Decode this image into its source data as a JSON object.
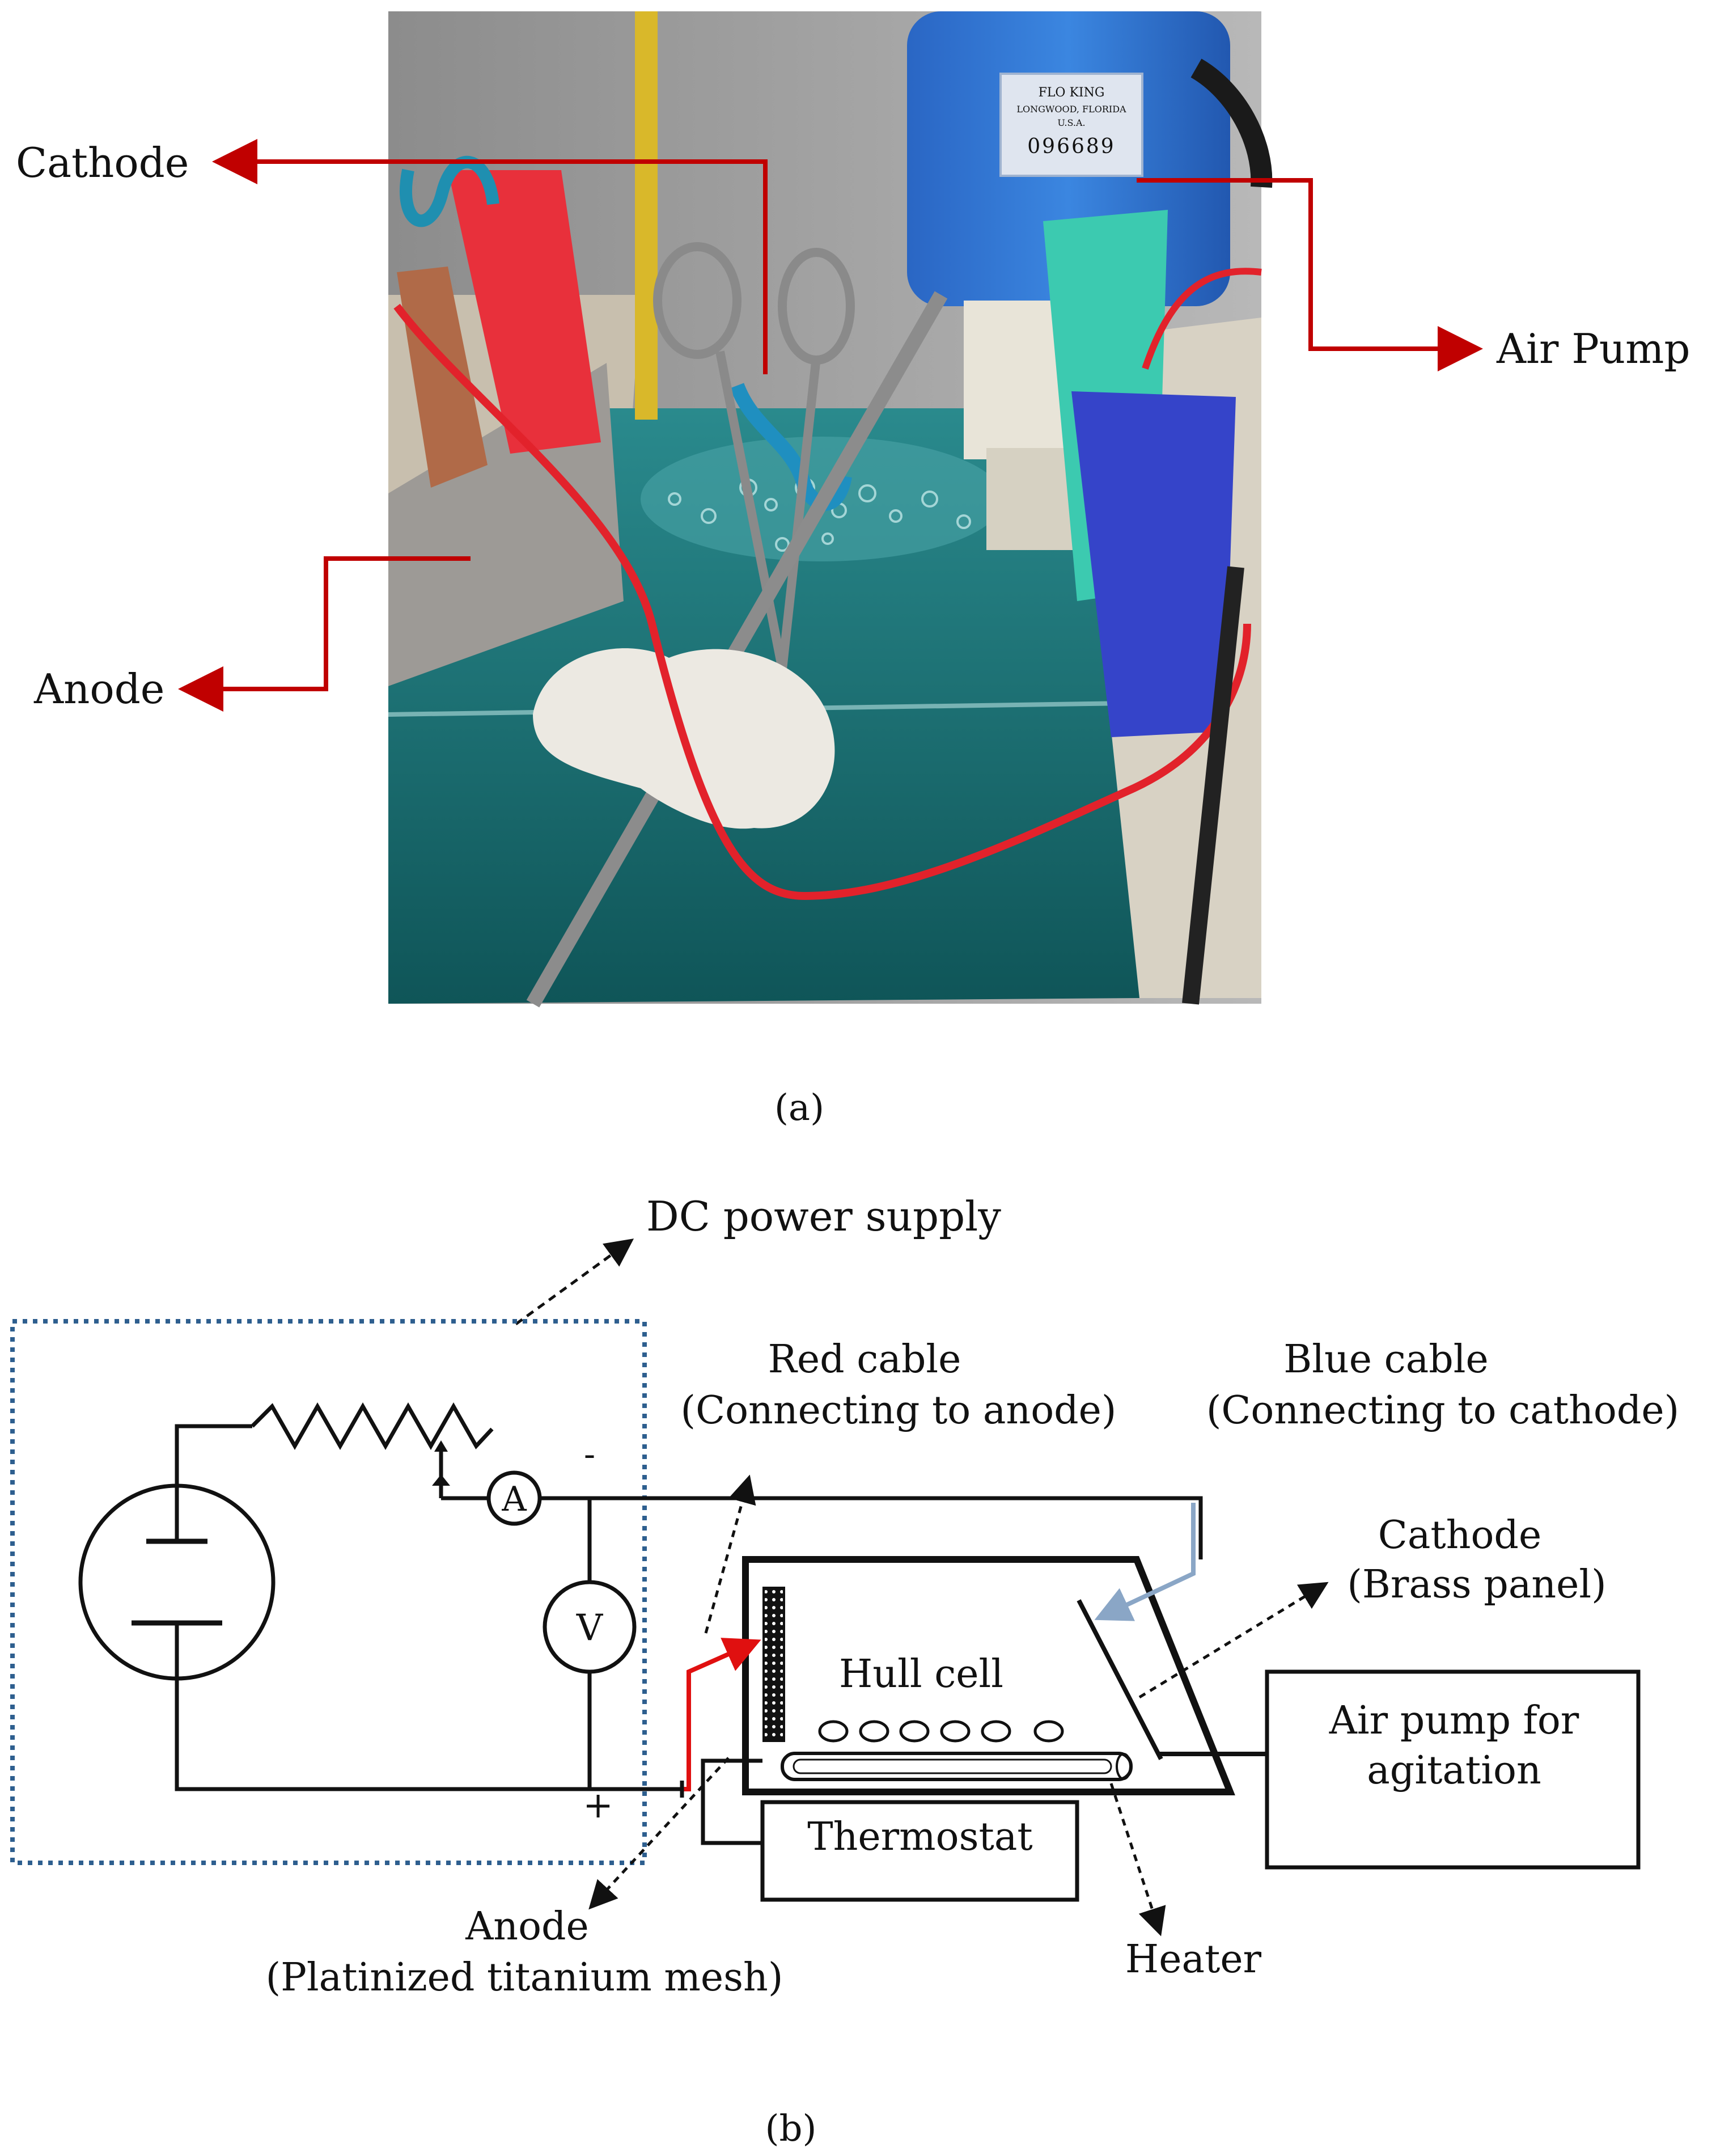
{
  "figure": {
    "part_a": {
      "caption": "(a)",
      "labels": {
        "cathode": "Cathode",
        "anode": "Anode",
        "air_pump": "Air Pump"
      },
      "pump_sticker": {
        "line1": "FLO KING",
        "line2": "LONGWOOD, FLORIDA",
        "line3": "U.S.A.",
        "serial": "096689"
      },
      "colors": {
        "leader_red": "#c00000",
        "solution_teal": "#1d6e72",
        "pump_blue": "#2f74d0",
        "cable_red": "#e2222b"
      }
    },
    "part_b": {
      "caption": "(b)",
      "labels": {
        "dc_power_supply": "DC power supply",
        "red_cable_line1": "Red cable",
        "red_cable_line2": "(Connecting to anode)",
        "blue_cable_line1": "Blue cable",
        "blue_cable_line2": "(Connecting to cathode)",
        "cathode_line1": "Cathode",
        "cathode_line2": "(Brass panel)",
        "hull_cell": "Hull cell",
        "air_pump_line1": "Air pump for",
        "air_pump_line2": "agitation",
        "thermostat": "Thermostat",
        "anode_line1": "Anode",
        "anode_line2": "(Platinized titanium mesh)",
        "heater": "Heater",
        "ammeter": "A",
        "voltmeter": "V",
        "minus_sign": "-",
        "plus_sign": "+"
      },
      "colors": {
        "dotted_box": "#2e5f8f",
        "red_cable": "#e01010",
        "blue_cable": "#8aa6c6",
        "minus_color": "#3a6ea5",
        "plus_color": "#e01010"
      }
    }
  }
}
